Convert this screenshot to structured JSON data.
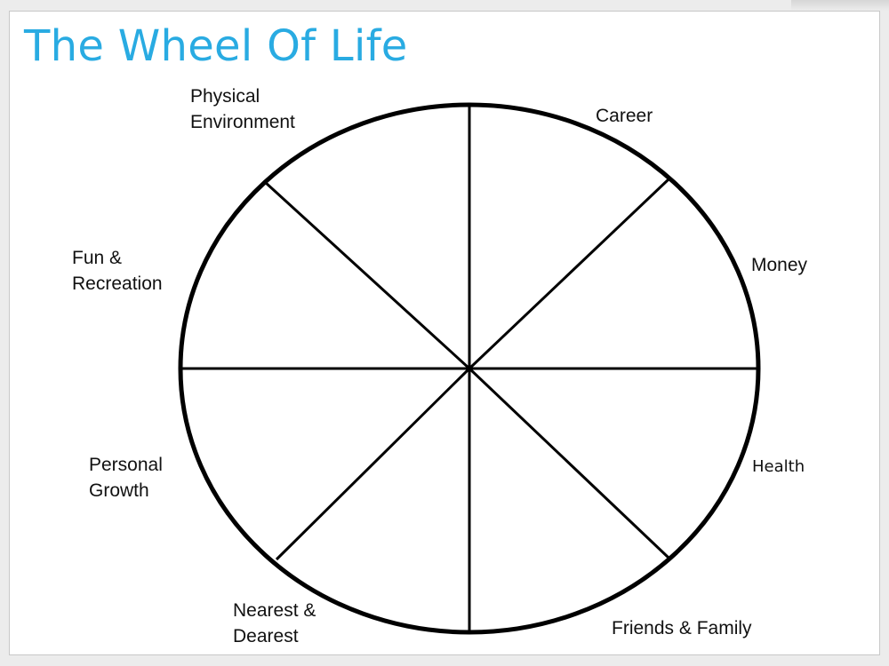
{
  "title": "The Wheel Of Life",
  "colors": {
    "title": "#29abe2",
    "outline": "#000000",
    "background": "#ffffff"
  },
  "segments": [
    {
      "lines": [
        "Physical",
        "Environment"
      ]
    },
    {
      "lines": [
        "Career"
      ]
    },
    {
      "lines": [
        "Money"
      ]
    },
    {
      "lines": [
        "Fun &",
        "Recreation"
      ]
    },
    {
      "lines": [
        "Health"
      ]
    },
    {
      "lines": [
        "Personal",
        "Growth"
      ]
    },
    {
      "lines": [
        "Nearest &",
        "Dearest"
      ]
    },
    {
      "lines": [
        "Friends & Family"
      ]
    }
  ]
}
